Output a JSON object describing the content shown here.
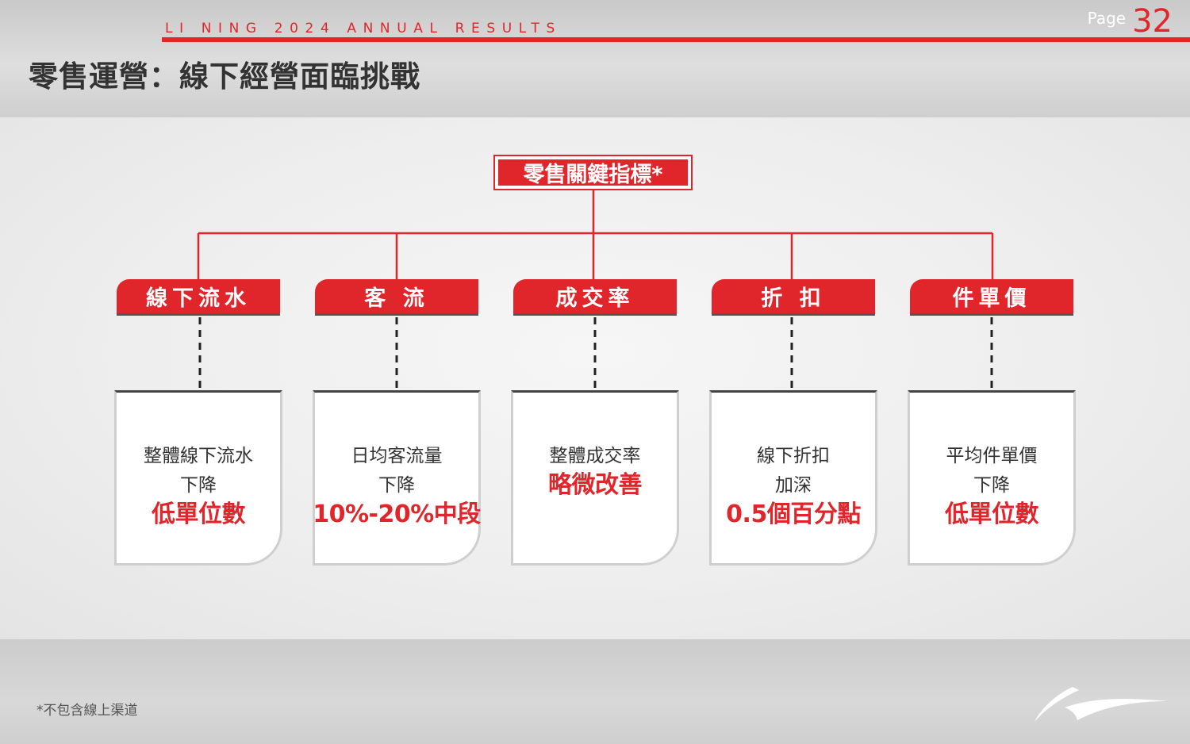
{
  "header": {
    "tagline": "LI NING 2024 ANNUAL RESULTS",
    "page_label": "Page",
    "page_number": "32",
    "title": "零售運營：線下經營面臨挑戰"
  },
  "diagram": {
    "root": "零售關鍵指標*",
    "metrics": [
      {
        "label": "線下流水",
        "line1": "整體線下流水",
        "line2": "下降",
        "highlight": "低單位數"
      },
      {
        "label": "客  流",
        "line1": "日均客流量",
        "line2": "下降",
        "highlight": "10%-20%中段"
      },
      {
        "label": "成交率",
        "line1": "整體成交率",
        "line2": "",
        "highlight": "略微改善"
      },
      {
        "label": "折  扣",
        "line1": "線下折扣",
        "line2": "加深",
        "highlight": "0.5個百分點"
      },
      {
        "label": "件單價",
        "line1": "平均件單價",
        "line2": "下降",
        "highlight": "低單位數"
      }
    ]
  },
  "footer": {
    "footnote": "*不包含線上渠道"
  },
  "colors": {
    "accent": "#e0262b",
    "title_text": "#333333"
  }
}
